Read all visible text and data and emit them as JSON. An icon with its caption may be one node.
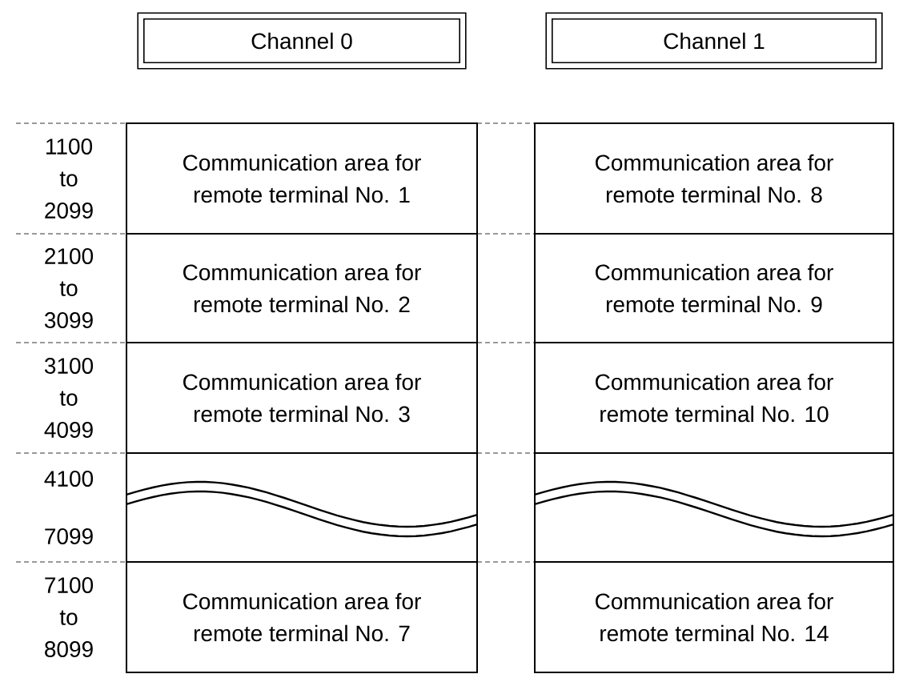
{
  "diagram": {
    "nodes": [
      {
        "text": [
          "Channel 0"
        ]
      },
      {
        "text": [
          "Channel 1"
        ]
      },
      {
        "text": [
          "Communication area for remote terminal No. 1"
        ]
      },
      {
        "text": [
          "Communication area for remote terminal No. 8"
        ]
      },
      {
        "text": [
          "Communication area for remote terminal No. 2"
        ]
      },
      {
        "text": [
          "Communication area for remote terminal No. 9"
        ]
      },
      {
        "text": [
          "Communication area for remote terminal No. 3"
        ]
      },
      {
        "text": [
          "Communication area for remote terminal No. 10"
        ]
      },
      {
        "text": [],
        "shape": "box"
      },
      {
        "text": [],
        "shape": "box"
      },
      {
        "text": [
          "Communication area for remote terminal No. 7"
        ]
      },
      {
        "text": [
          "Communication area for remote terminal No. 14"
        ]
      }
    ],
    "labels": [
      "1100 to 2099",
      "2100 to 3099",
      "3100 to 4099",
      "4100",
      "7099",
      "7100 to 8099"
    ]
  }
}
